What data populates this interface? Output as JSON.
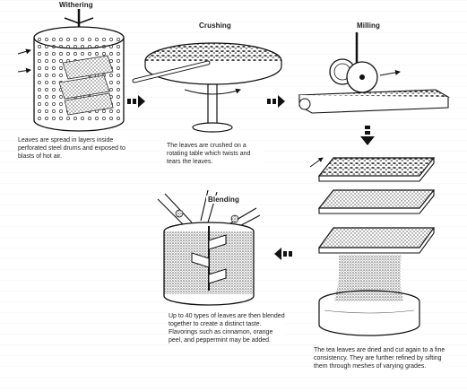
{
  "stages": {
    "withering": {
      "title": "Withering",
      "caption": "Leaves are spread in layers inside perforated steel drums and exposed to blasts of hot air."
    },
    "crushing": {
      "title": "Crushing",
      "caption": "The leaves are crushed on a rotating table which twists and tears the leaves."
    },
    "milling": {
      "title": "Milling",
      "caption": "The tea leaves are dried and cut again to a fine consistency. They are further refined by sifting them through meshes of varying grades."
    },
    "blending": {
      "title": "Blending",
      "caption": "Up to 40 types of leaves are then blended together to create a distinct taste. Flavorings such as cinnamon, orange peel, and peppermint may be added."
    }
  },
  "colors": {
    "ink": "#1a1a1a",
    "leaf": "#555555",
    "arrow": "#111111"
  }
}
